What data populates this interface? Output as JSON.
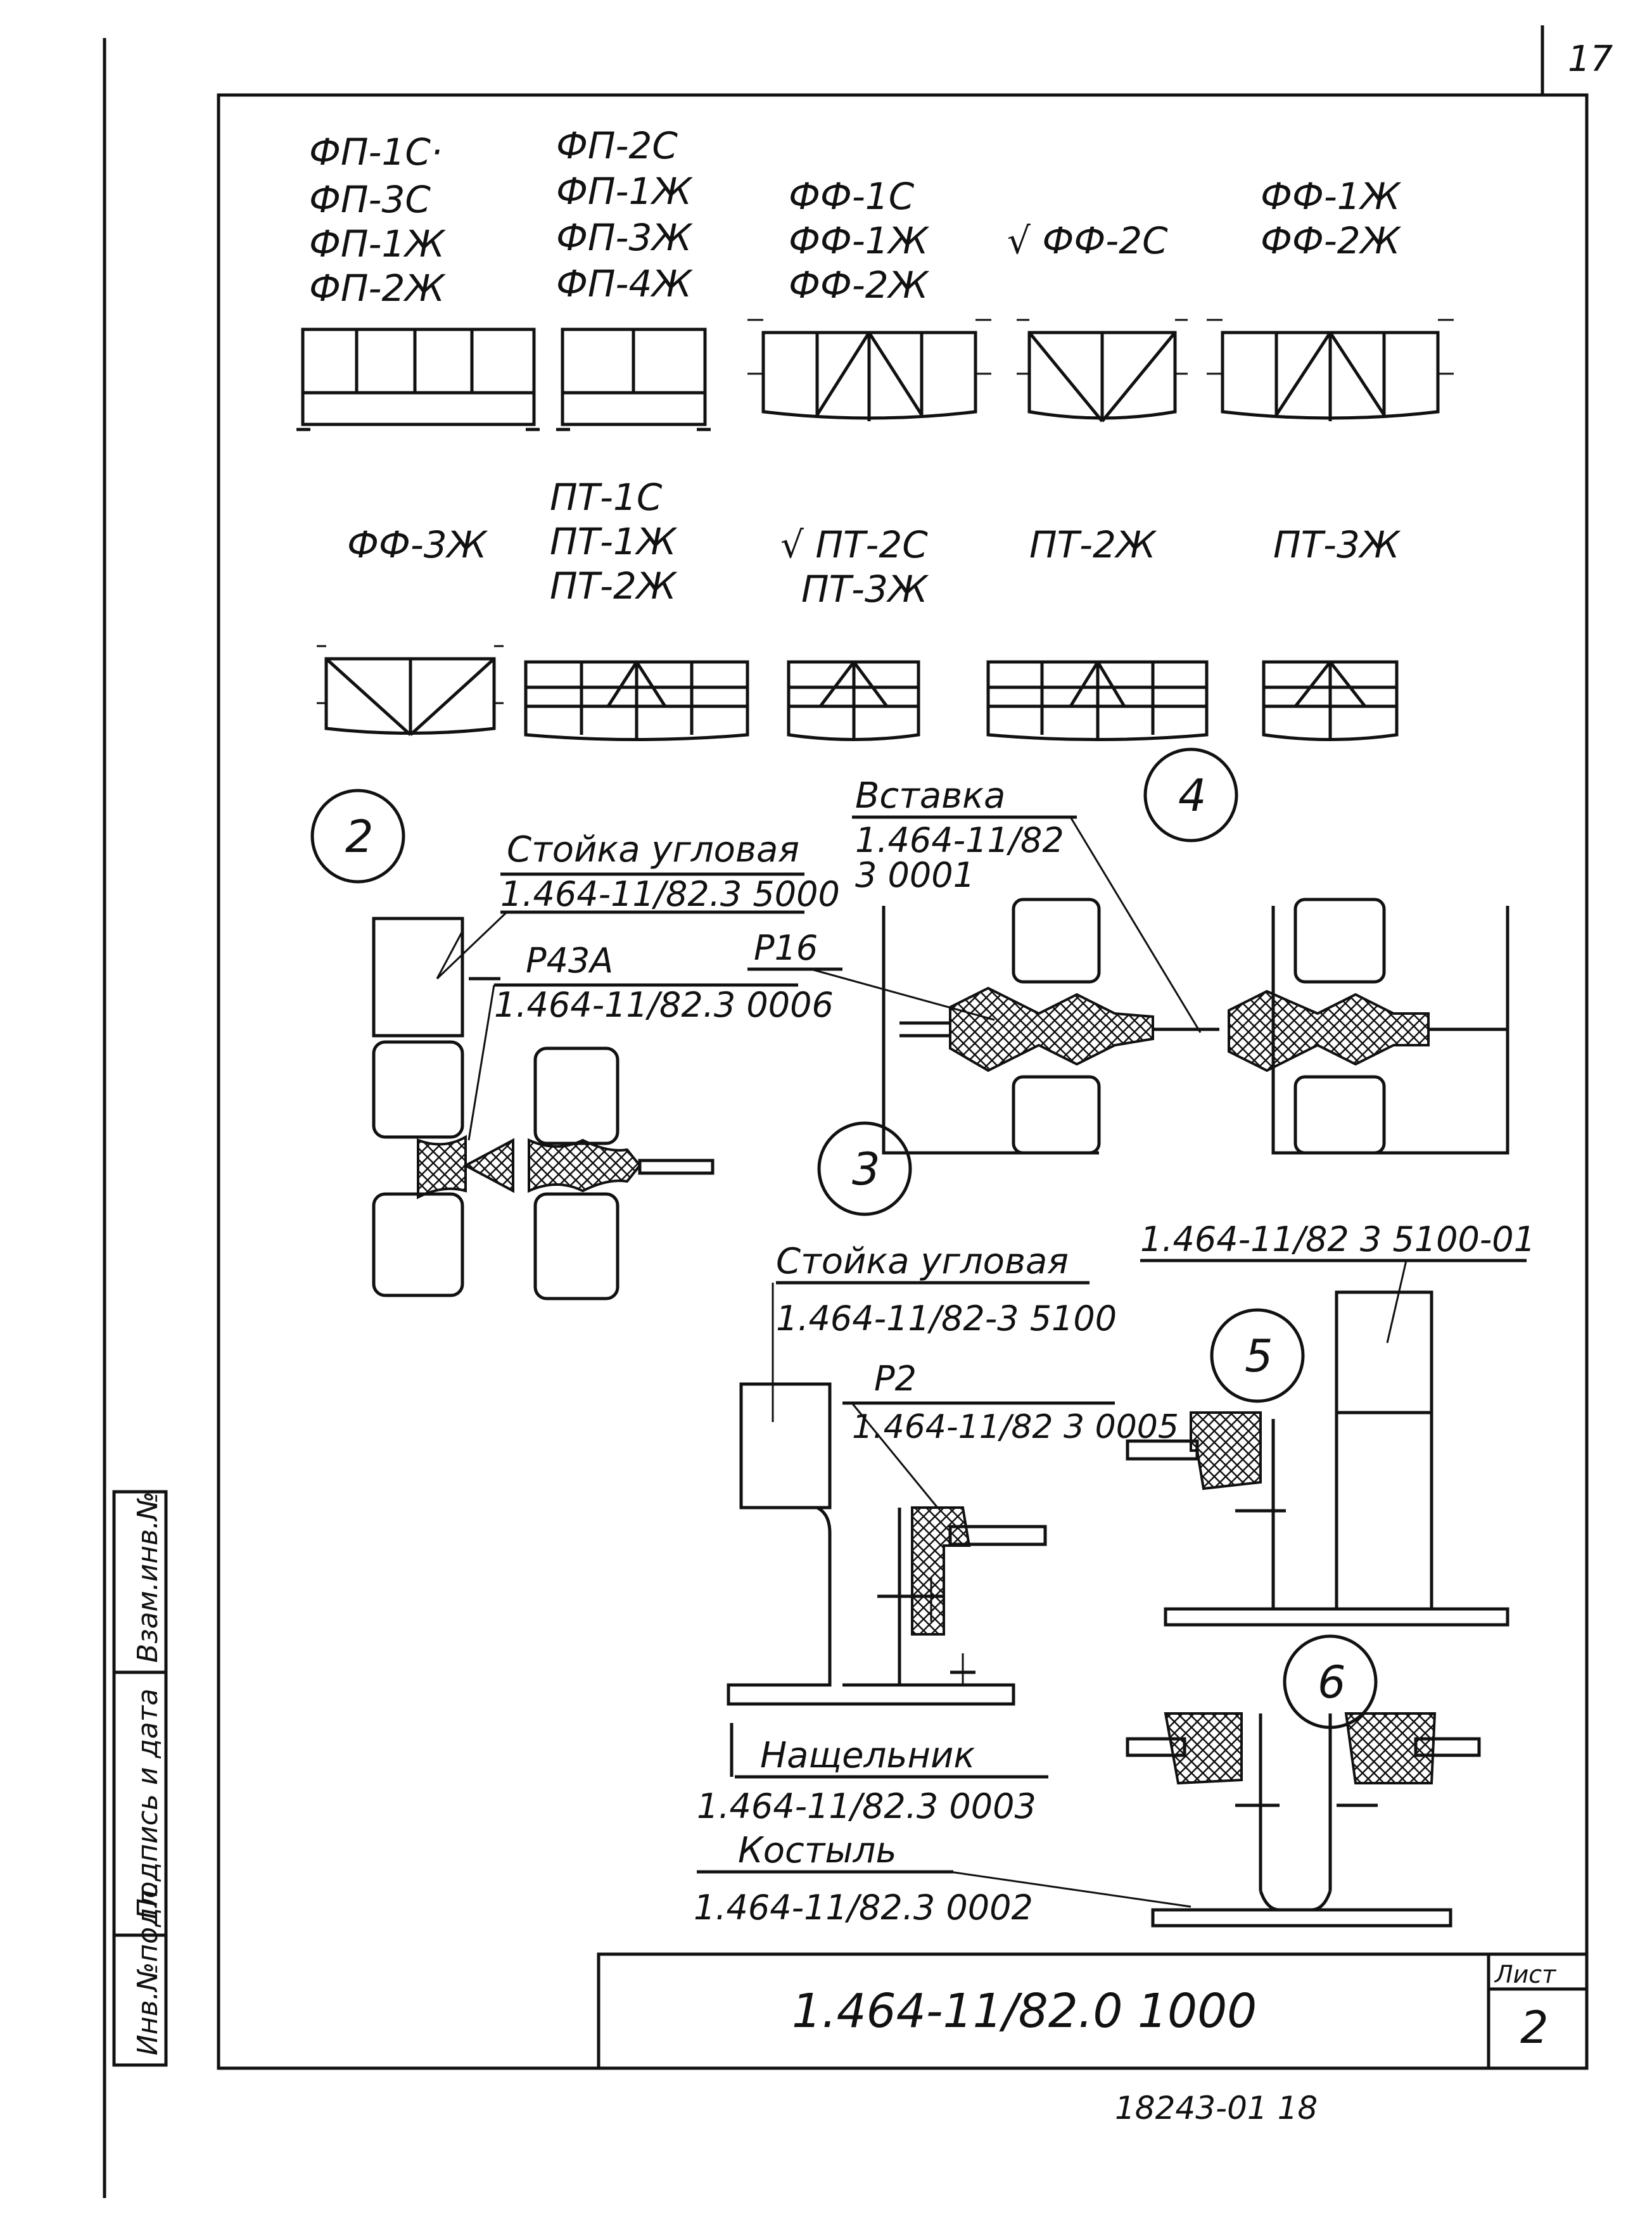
{
  "page_number": "17",
  "row1_groups": [
    [
      "ФП-1С·",
      "ФП-3С",
      "ФП-1Ж",
      "ФП-2Ж"
    ],
    [
      "ФП-2С",
      "ФП-1Ж",
      "ФП-3Ж",
      "ФП-4Ж"
    ],
    [
      "ФФ-1С",
      "ФФ-1Ж",
      "ФФ-2Ж"
    ],
    [
      "√ ФФ-2С"
    ],
    [
      "ФФ-1Ж",
      "ФФ-2Ж"
    ]
  ],
  "row2_groups": [
    [
      "ФФ-3Ж"
    ],
    [
      "ПТ-1С",
      "ПТ-1Ж",
      "ПТ-2Ж"
    ],
    [
      "√ ПТ-2С",
      "ПТ-3Ж"
    ],
    [
      "ПТ-2Ж"
    ],
    [
      "ПТ-3Ж"
    ]
  ],
  "callouts": [
    "2",
    "3",
    "4",
    "5",
    "6"
  ],
  "detail2": {
    "title": "Стойка угловая",
    "code": "1.464-11/82.3 5000",
    "part": "Р43А",
    "part_code": "1.464-11/82.3 0006"
  },
  "detail3": {
    "part": "Р16"
  },
  "detail4": {
    "title": "Вставка",
    "code_line1": "1.464-11/82",
    "code_line2": "3 0001"
  },
  "detail5": {
    "title": "Стойка угловая",
    "code": "1.464-11/82-3 5100",
    "part": "Р2",
    "part_code": "1.464-11/82 3 0005",
    "right_code": "1.464-11/82 3 5100-01"
  },
  "detail6": {
    "part1": "Нащельник",
    "part1_code": "1.464-11/82.3 0003",
    "part2": "Костыль",
    "part2_code": "1.464-11/82.3 0002"
  },
  "stamp": {
    "doc_code": "1.464-11/82.0 1000",
    "sheet_label": "Лист",
    "sheet_no": "2"
  },
  "side_columns": [
    "Инв.№подл.",
    "Подпись и дата",
    "Взам.инв.№"
  ],
  "bottom_note": "18243-01   18"
}
